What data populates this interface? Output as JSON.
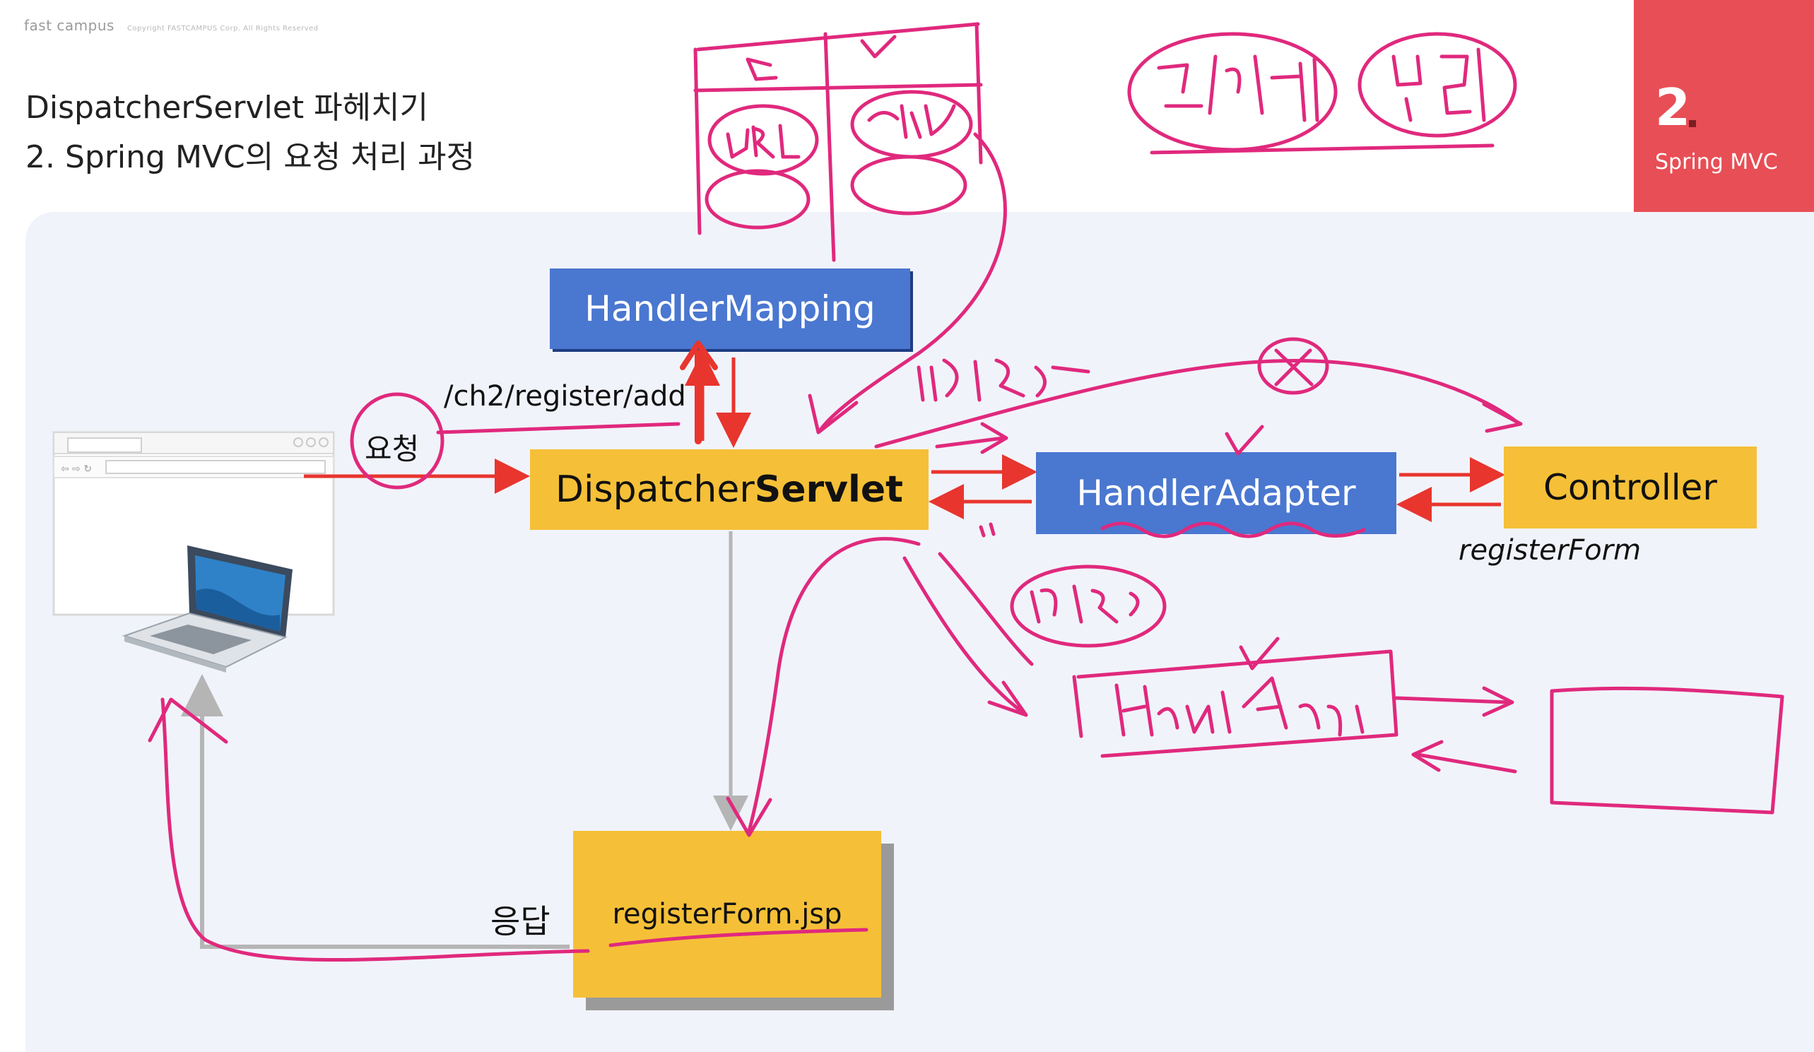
{
  "brand": {
    "name": "fast campus",
    "copyright": "Copyright FASTCAMPUS Corp. All Rights Reserved"
  },
  "slide": {
    "title_line1": "DispatcherServlet 파헤치기",
    "title_line2": "2. Spring MVC의 요청 처리 과정"
  },
  "section_badge": {
    "number": "2",
    "subtitle": "Spring MVC"
  },
  "diagram": {
    "handler_mapping": "HandlerMapping",
    "dispatcher_prefix": "Dispatcher",
    "dispatcher_bold": "Servlet",
    "handler_adapter": "HandlerAdapter",
    "controller": "Controller",
    "controller_method": "registerForm",
    "view": "registerForm.jsp",
    "request_path": "/ch2/register/add",
    "request_label": "요청",
    "response_label": "응답"
  },
  "colors": {
    "blue_box": "#4a77d0",
    "yellow_box": "#f5c038",
    "arrow_red": "#e8352e",
    "ink": "#e0297d",
    "badge": "#e84e55"
  }
}
